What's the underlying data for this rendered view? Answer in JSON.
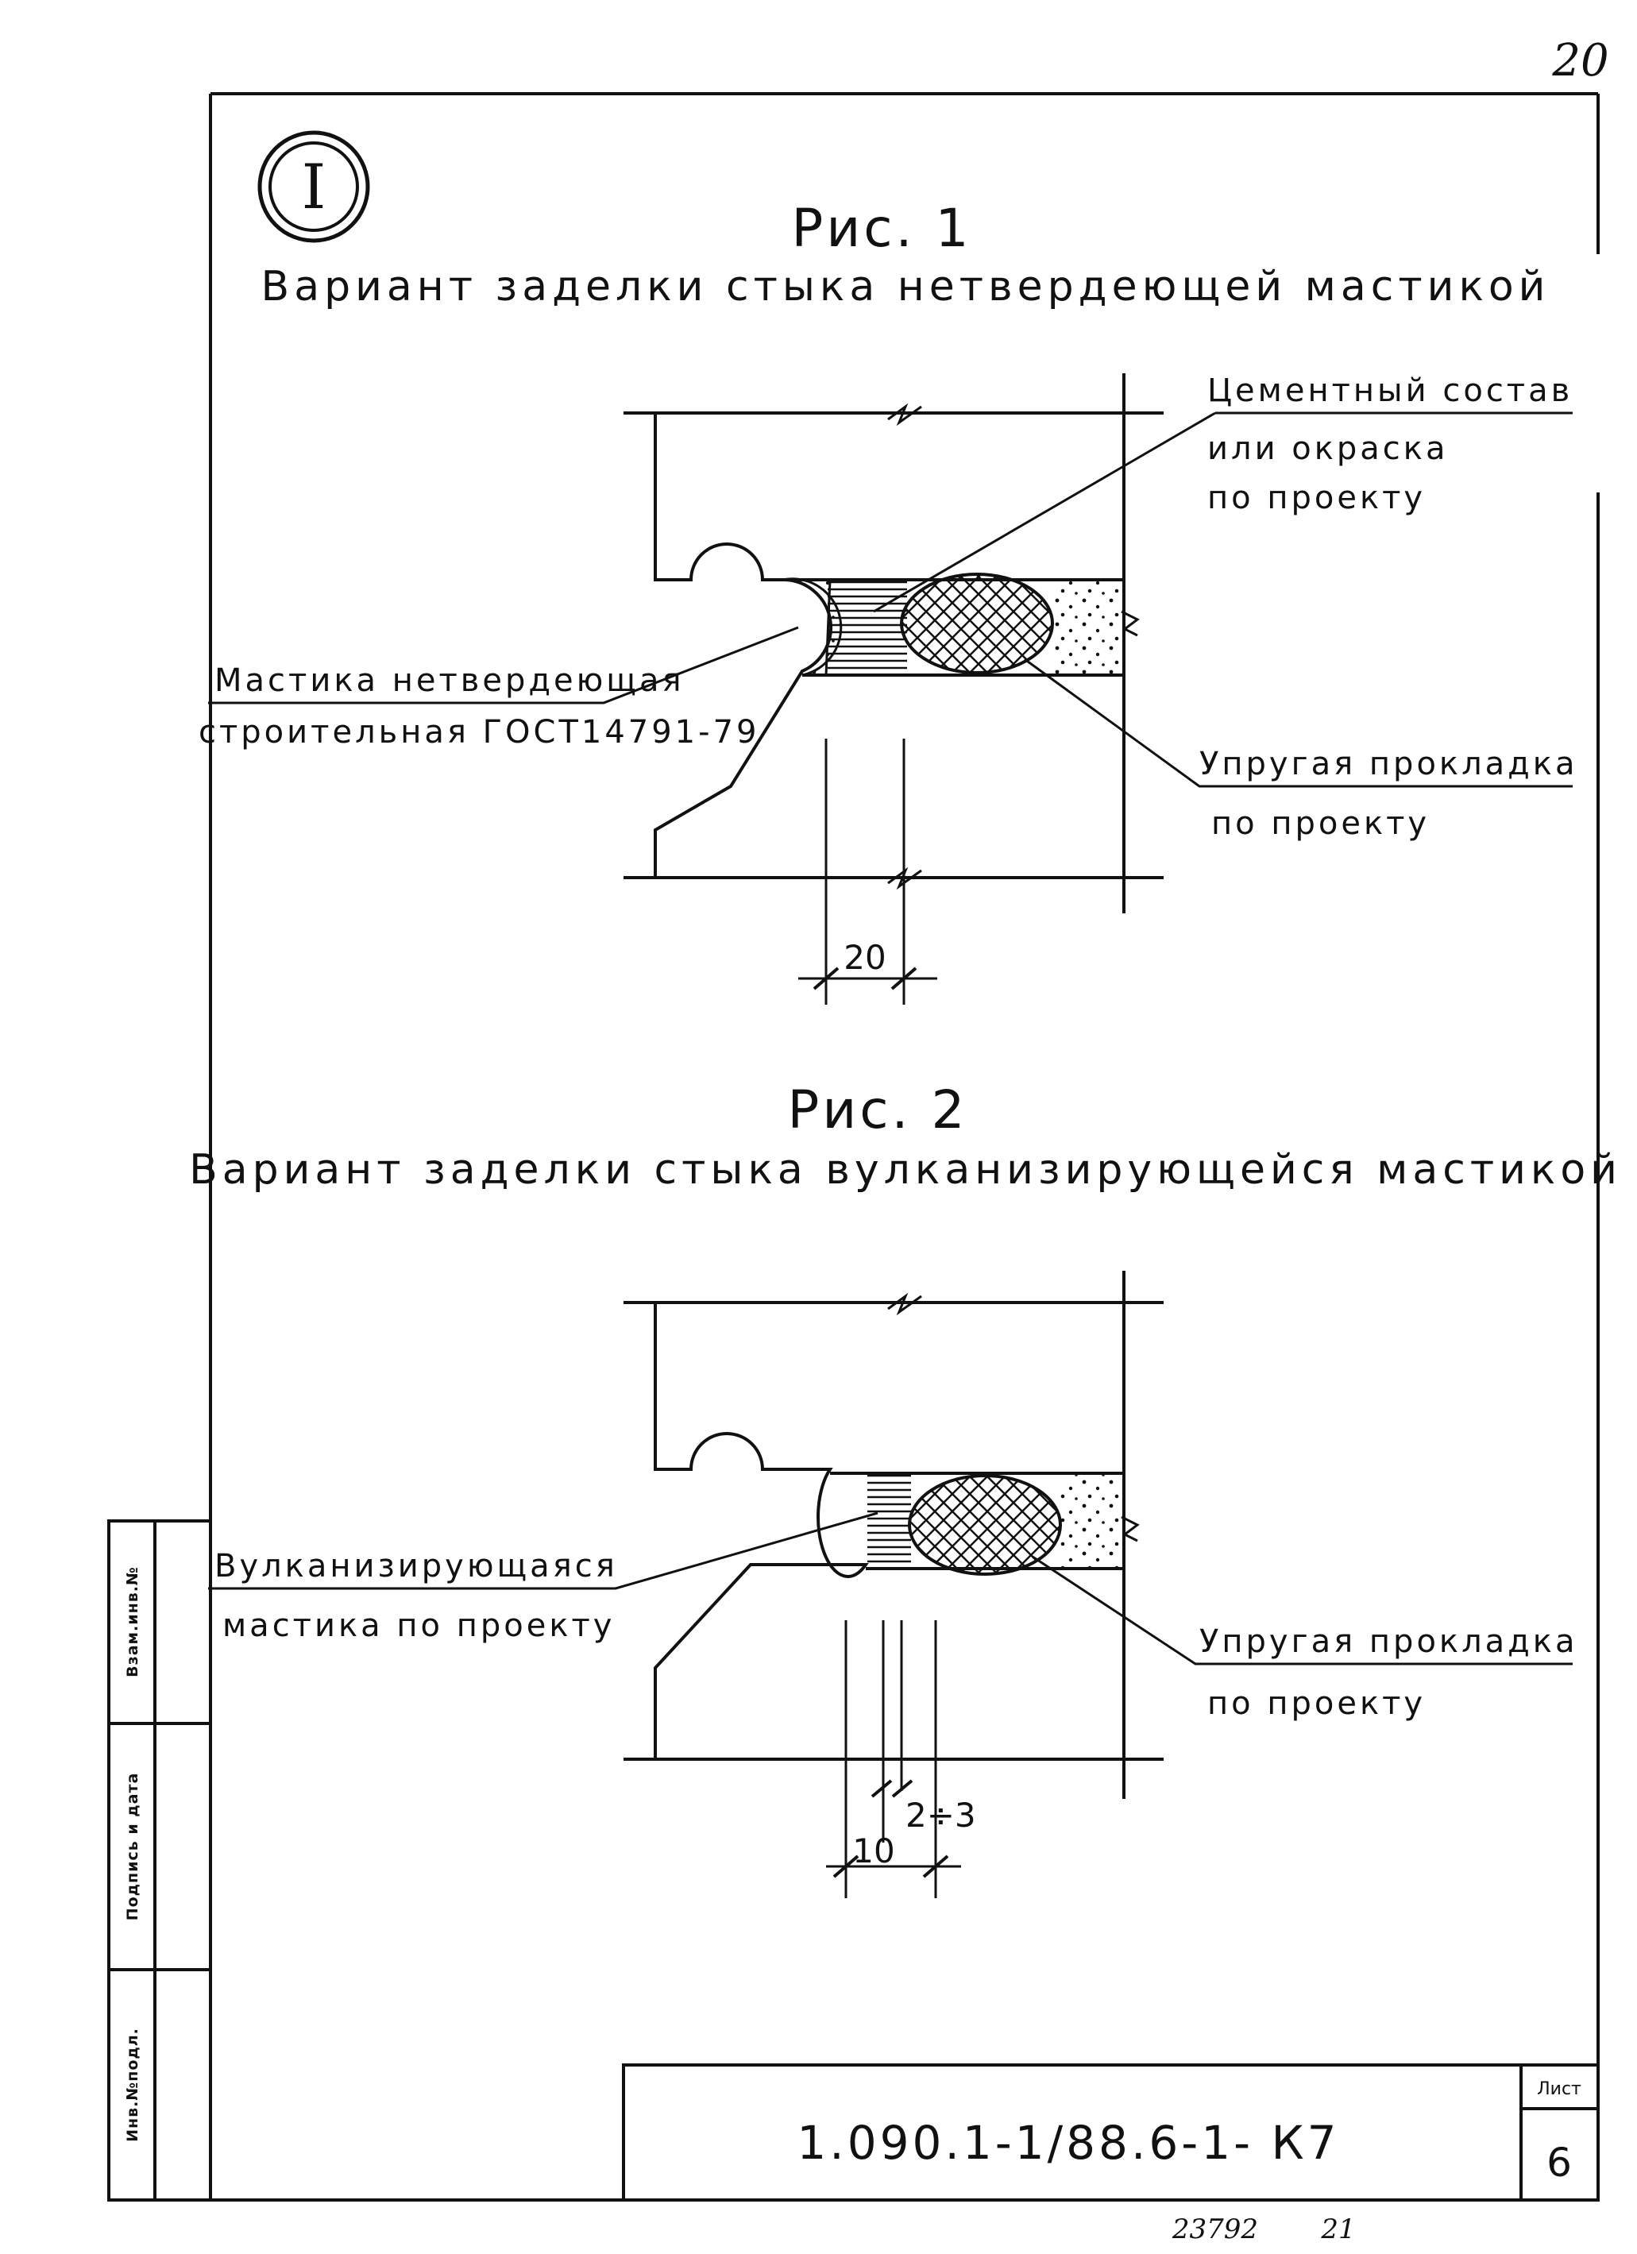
{
  "page": {
    "page_number": "20",
    "zone_marker": "I"
  },
  "figure1": {
    "label": "Рис. 1",
    "title": "Вариант заделки стыка нетвердеющей мастикой",
    "callout_cement": [
      "Цементный состав",
      "или окраска",
      "по проекту"
    ],
    "callout_mastic": [
      "Мастика нетвердеющая",
      "строительная ГОСТ14791-79"
    ],
    "callout_gasket": [
      "Упругая прокладка",
      "по проекту"
    ],
    "dimension": "20"
  },
  "figure2": {
    "label": "Рис. 2",
    "title": "Вариант заделки стыка вулканизирующейся мастикой",
    "callout_mastic": [
      "Вулканизирующаяся",
      "мастика по проекту"
    ],
    "callout_gasket": [
      "Упругая прокладка",
      "по проекту"
    ],
    "dimension_width": "10",
    "dimension_gap": "2÷3"
  },
  "side_stamp": {
    "field1": "Взам.инв.№",
    "field2": "Подпись и дата",
    "field3": "Инв.№подл."
  },
  "title_block": {
    "document_code": "1.090.1-1/88.6-1- К7",
    "sheet_label": "Лист",
    "sheet_number": "6"
  },
  "footer": {
    "order_number": "23792",
    "copy_number": "21"
  }
}
